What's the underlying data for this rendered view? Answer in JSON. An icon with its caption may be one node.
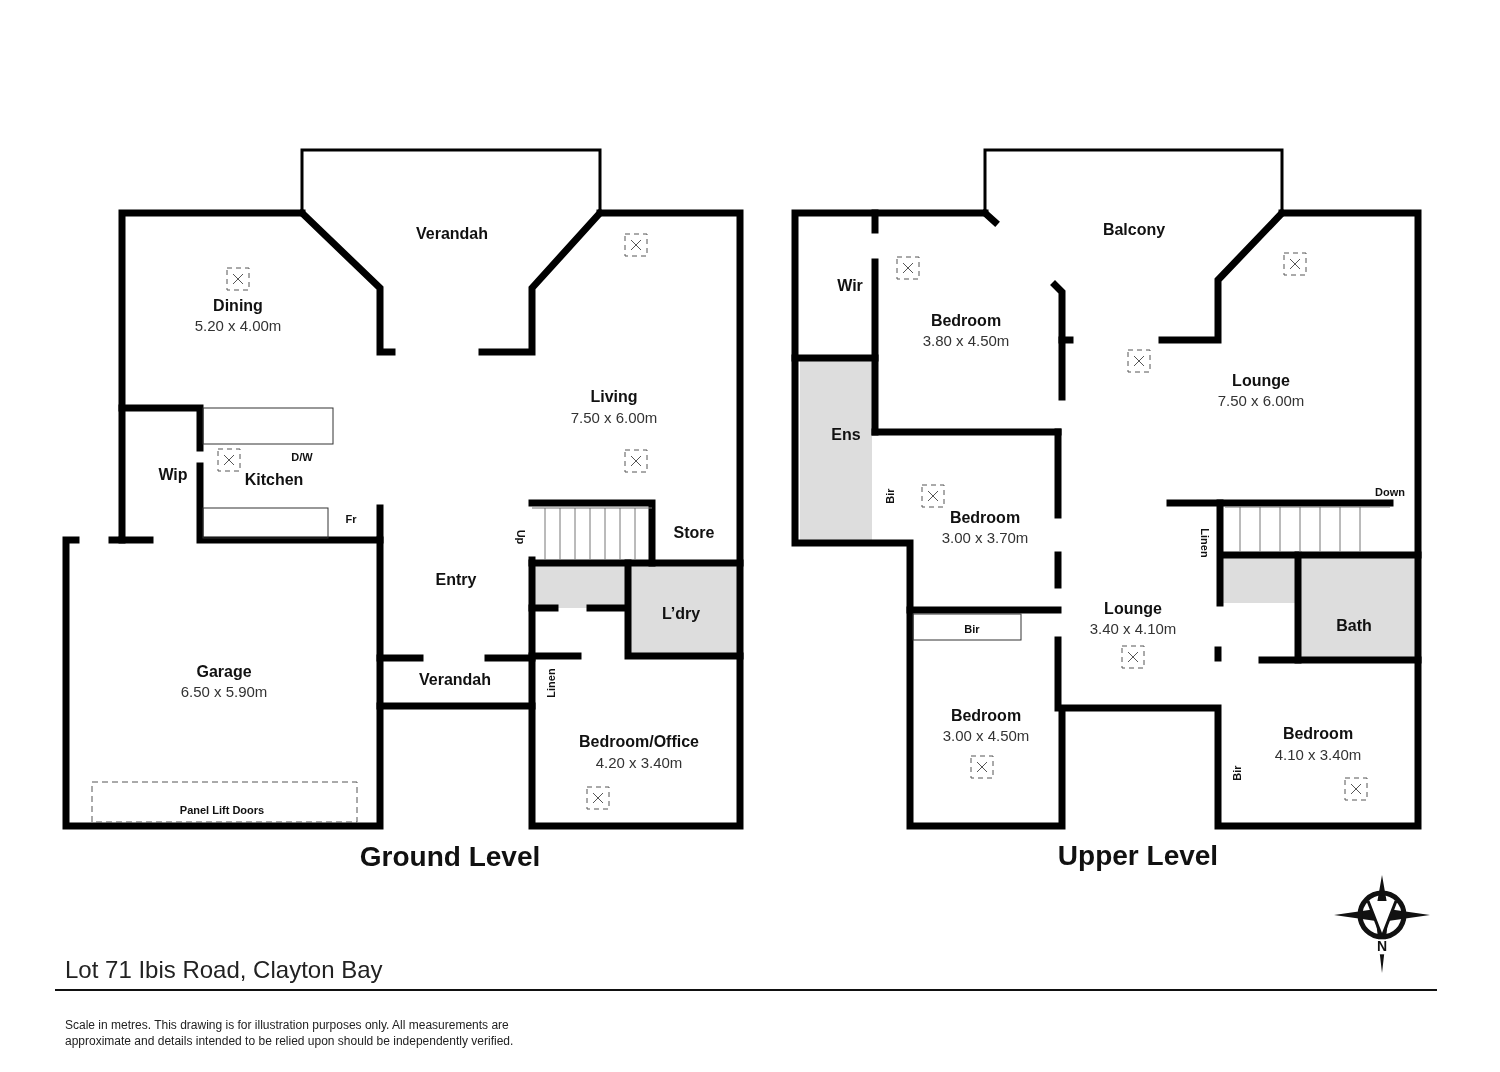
{
  "diagram": {
    "title": "Lot 71 Ibis Road, Clayton Bay",
    "caption": "Scale in metres. This drawing is for illustration purposes only. All measurements are approximate and details intended to be relied upon should be independently verified.",
    "labels": [
      "Verandah",
      "Dining",
      "5.20 x 4.00m",
      "Living",
      "7.50 x 6.00m",
      "D/W",
      "Wip",
      "Kitchen",
      "Fr",
      "Up",
      "Store",
      "Entry",
      "L’dry",
      "Garage",
      "6.50 x 5.90m",
      "Verandah",
      "Linen",
      "Bedroom/Office",
      "4.20 x 3.40m",
      "Panel Lift Doors",
      "Ground Level",
      "Balcony",
      "Wir",
      "Bedroom",
      "3.80 x 4.50m",
      "Lounge",
      "7.50 x 6.00m",
      "Ens",
      "Down",
      "Bir",
      "Bedroom",
      "3.00 x 3.70m",
      "Linen",
      "Lounge",
      "3.40 x 4.10m",
      "Bath",
      "Bir",
      "Bedroom",
      "3.00 x 4.50m",
      "Bedroom",
      "4.10 x 3.40m",
      "Bir",
      "Upper Level",
      "N"
    ]
  }
}
